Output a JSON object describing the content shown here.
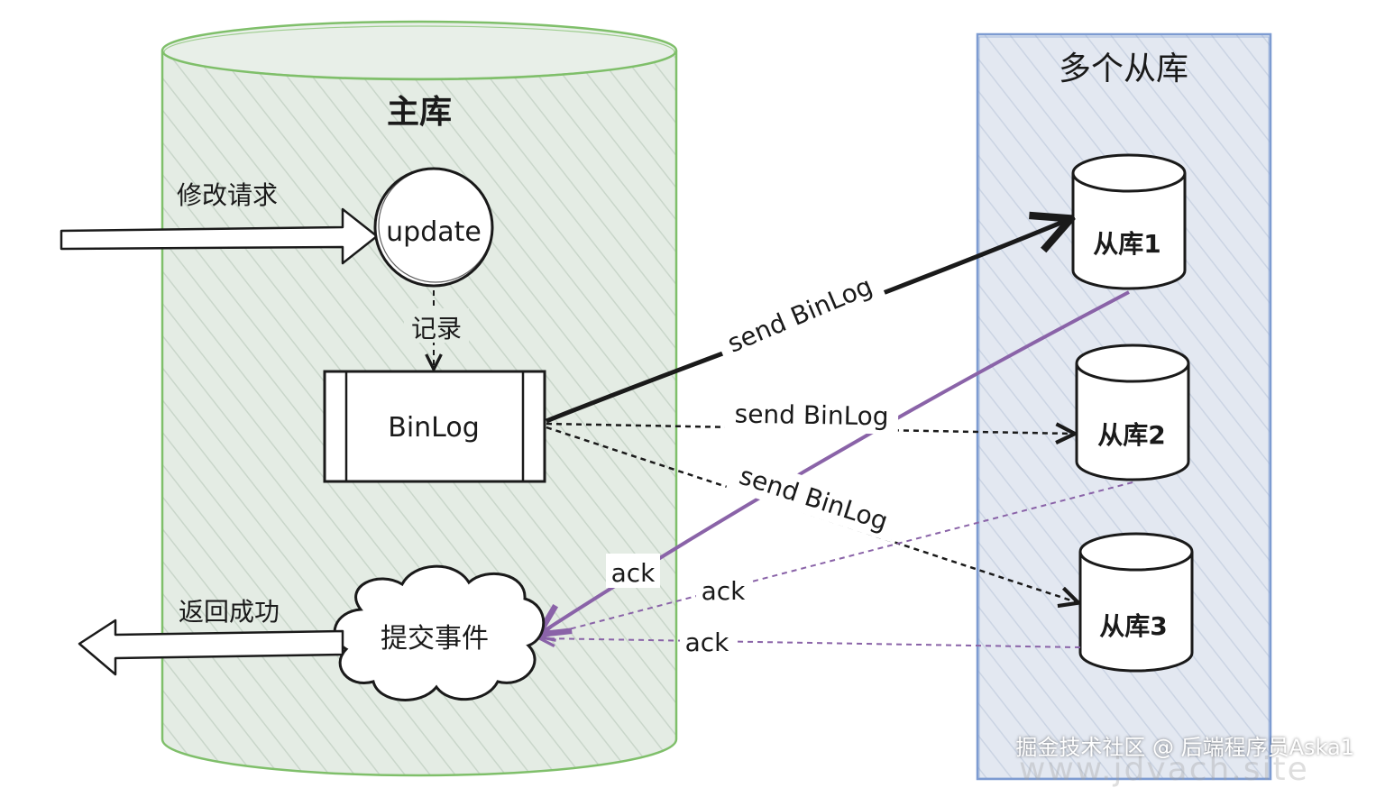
{
  "master": {
    "title": "主库"
  },
  "slaves": {
    "title": "多个从库",
    "nodes": [
      "从库1",
      "从库2",
      "从库3"
    ]
  },
  "request_label": "修改请求",
  "update_label": "update",
  "record_label": "记录",
  "binlog_label": "BinLog",
  "commit_label": "提交事件",
  "return_label": "返回成功",
  "send_labels": [
    "send BinLog",
    "send BinLog",
    "send BinLog"
  ],
  "ack_labels": [
    "ack",
    "ack",
    "ack"
  ],
  "watermark": "掘金技术社区 @ 后端程序员Aska1",
  "watermark_faint": "www.jdvach.site",
  "colors": {
    "master_fill": "#dfe8e0",
    "master_stroke": "#7fbf6a",
    "slave_fill": "#dbe3ee",
    "slave_stroke": "#7d9bd1",
    "ack": "#8a63a8",
    "ink": "#1a1a1a"
  }
}
